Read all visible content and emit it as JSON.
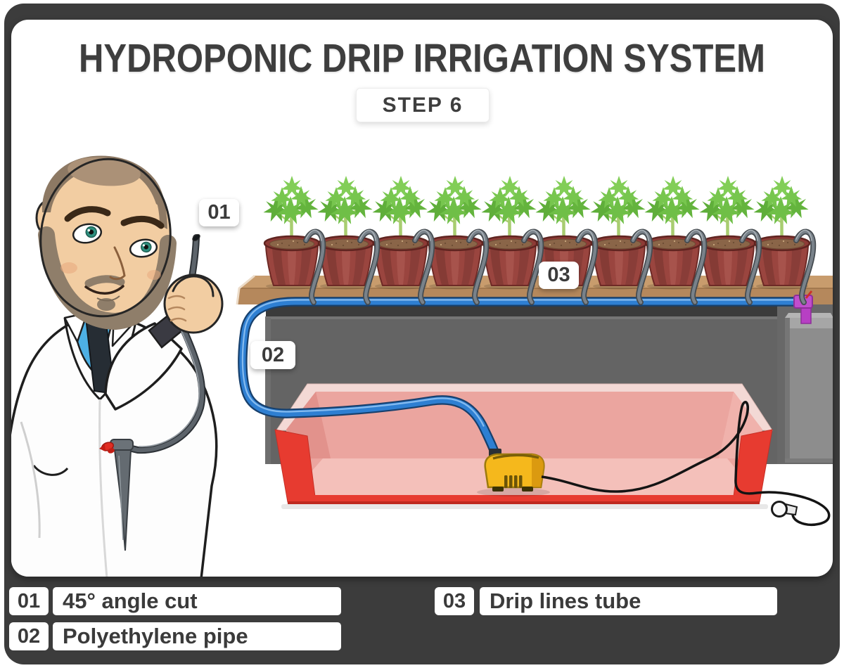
{
  "title": "HYDROPONIC DRIP IRRIGATION SYSTEM",
  "step": "STEP 6",
  "callouts": {
    "c01": "01",
    "c02": "02",
    "c03": "03"
  },
  "legend": {
    "items": [
      {
        "number": "01",
        "label": "45° angle cut"
      },
      {
        "number": "02",
        "label": "Polyethylene pipe"
      },
      {
        "number": "03",
        "label": "Drip lines tube"
      }
    ]
  },
  "scene": {
    "plant_count": 10,
    "elements": [
      "scientist holding polyethylene pipe with 45-degree angle cut",
      "drip stake with red emitter",
      "row of 10 potted plants on wooden shelf",
      "drip line tube from supply pipe to each pot",
      "blue polyethylene supply pipe",
      "gray grow table",
      "red nutrient reservoir",
      "yellow submersible water pump",
      "power cable with plug",
      "gray filter canister with purple fitting"
    ]
  },
  "colors": {
    "frame": "#3c3c3c",
    "card": "#ffffff",
    "text": "#3e3e3e",
    "pipe_blue": "#2e7fd2",
    "pot_red": "#9a453f",
    "plant_green": "#6fbf47",
    "shelf_tan": "#b5885c",
    "table_gray": "#646464",
    "reservoir_red": "#e73b30",
    "reservoir_pink": "#f0b2ac",
    "pump_yellow": "#f5b81c",
    "fitting_purple": "#b73fc4",
    "drip_tube_gray": "#79828a",
    "emitter_red": "#e12d22"
  }
}
